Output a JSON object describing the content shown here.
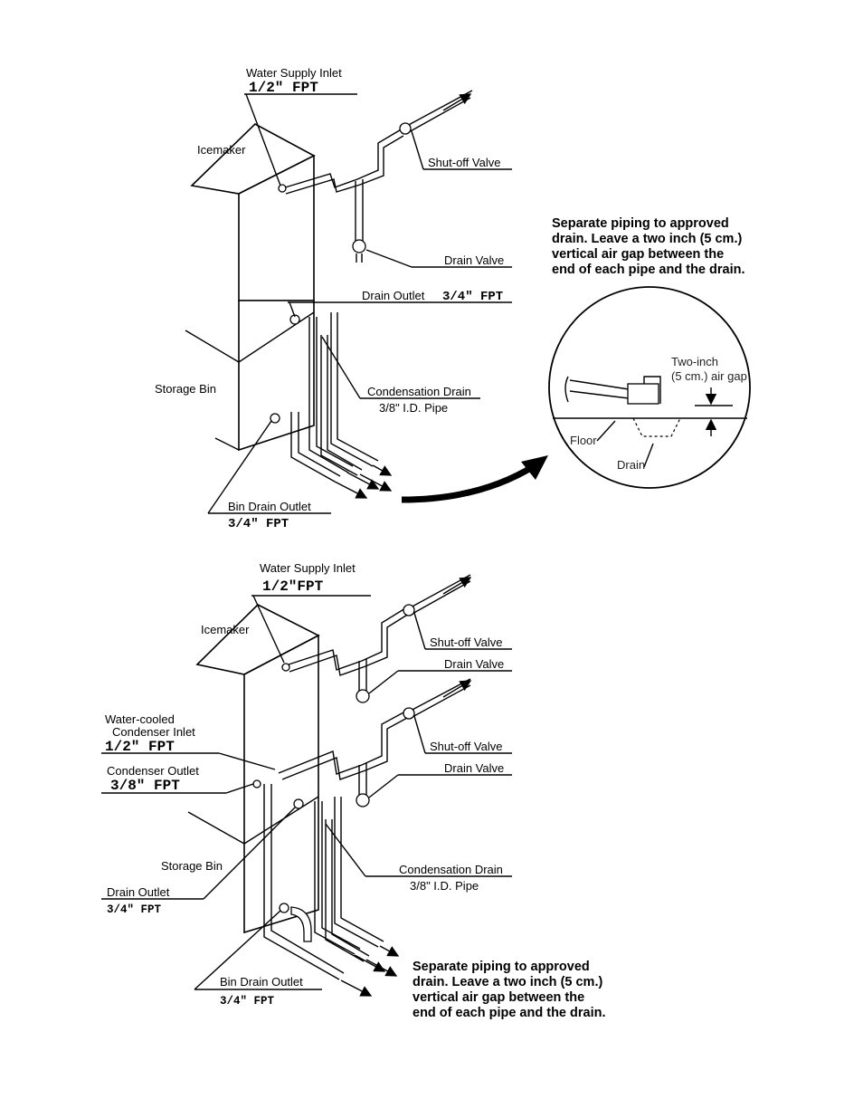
{
  "top": {
    "water_supply_inlet": "Water Supply Inlet",
    "water_supply_size": "1/2\" FPT",
    "icemaker": "Icemaker",
    "shutoff_valve": "Shut-off Valve",
    "drain_valve": "Drain Valve",
    "drain_outlet": "Drain Outlet",
    "drain_outlet_size": "3/4\" FPT",
    "storage_bin": "Storage Bin",
    "condensation_drain": "Condensation Drain",
    "condensation_drain_pipe": "3/8\" I.D. Pipe",
    "bin_drain_outlet": "Bin Drain Outlet",
    "bin_drain_size": "3/4\" FPT",
    "note_lines": [
      "Separate piping to approved",
      "drain.  Leave a two inch (5 cm.)",
      "vertical air gap between the",
      "end of each pipe and the drain."
    ]
  },
  "detail": {
    "gap_line1": "Two-inch",
    "gap_line2": "(5 cm.) air gap",
    "floor": "Floor",
    "drain": "Drain"
  },
  "bottom": {
    "water_supply_inlet": "Water Supply Inlet",
    "water_supply_size": "1/2\"FPT",
    "icemaker": "Icemaker",
    "shutoff_valve_1": "Shut-off Valve",
    "drain_valve_1": "Drain Valve",
    "shutoff_valve_2": "Shut-off Valve",
    "drain_valve_2": "Drain Valve",
    "condenser_inlet_line1": "Water-cooled",
    "condenser_inlet_line2": "Condenser Inlet",
    "condenser_inlet_size": "1/2\" FPT",
    "condenser_outlet": "Condenser Outlet",
    "condenser_outlet_size": "3/8\"  FPT",
    "storage_bin": "Storage Bin",
    "condensation_drain": "Condensation Drain",
    "condensation_drain_pipe": "3/8\" I.D. Pipe",
    "drain_outlet": "Drain Outlet",
    "drain_outlet_size": "3/4\" FPT",
    "bin_drain_outlet": "Bin Drain Outlet",
    "bin_drain_size": "3/4\" FPT",
    "note_lines": [
      "Separate piping to approved",
      "drain.  Leave a two inch (5 cm.)",
      "vertical air gap between the",
      "end of each pipe and the drain."
    ]
  }
}
